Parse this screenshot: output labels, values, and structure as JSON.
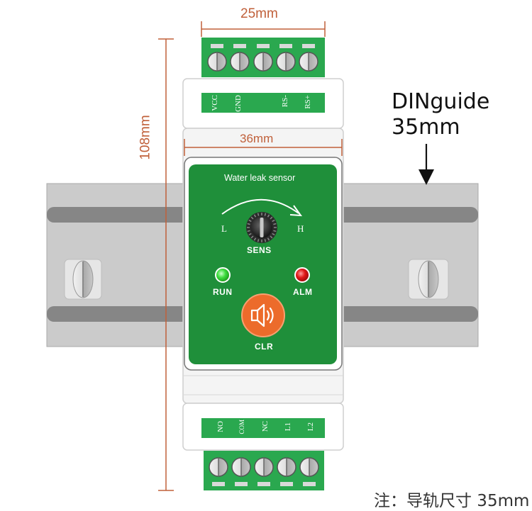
{
  "dimensions": {
    "top_width": "25mm",
    "height": "108mm",
    "body_width": "36mm"
  },
  "din_rail": {
    "label_line1": "DINguide",
    "label_line2": "35mm"
  },
  "top_terminals": [
    "VCC",
    "GND",
    "",
    "RS-",
    "RS+"
  ],
  "bottom_terminals": [
    "NO",
    "COM",
    "NC",
    "L1",
    "L2"
  ],
  "panel": {
    "title": "Water leak sensor",
    "knob_low": "L",
    "knob_high": "H",
    "knob_label": "SENS",
    "run_label": "RUN",
    "alarm_label": "ALM",
    "clear_label": "CLR"
  },
  "colors": {
    "panel_green": "#1f8f3a",
    "terminal_green": "#2aa84f",
    "dimension": "#c0603a",
    "run_led": "#3ddc3d",
    "alarm_led": "#e01818",
    "clear_button": "#ec6b2b",
    "rail": "#cbcbcb"
  },
  "icons": {
    "knob": "rotary-knob-icon",
    "arrow": "curved-arrow-icon",
    "speaker": "speaker-icon"
  },
  "footnote": "注：导轨尺寸 35mm"
}
